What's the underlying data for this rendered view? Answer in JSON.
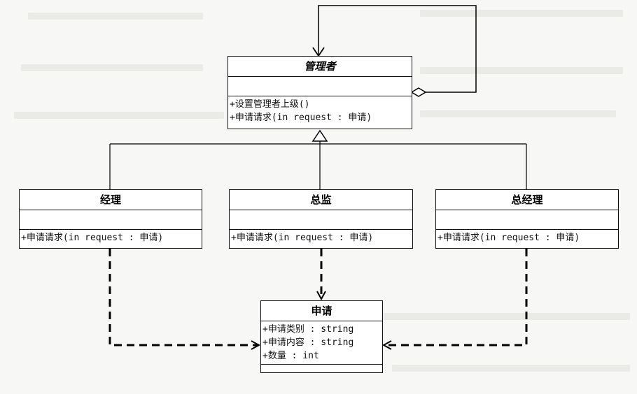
{
  "classes": {
    "manager": {
      "name": "管理者",
      "operations": [
        "+设置管理者上级()",
        "+申请请求(in request  : 申请)"
      ]
    },
    "jingli": {
      "name": "经理",
      "operations": [
        "+申请请求(in request  : 申请)"
      ]
    },
    "zongjian": {
      "name": "总监",
      "operations": [
        "+申请请求(in request  : 申请)"
      ]
    },
    "zongjingli": {
      "name": "总经理",
      "operations": [
        "+申请请求(in request  : 申请)"
      ]
    },
    "request": {
      "name": "申请",
      "attributes": [
        "+申请类别 : string",
        "+申请内容 : string",
        "+数量 : int"
      ]
    }
  },
  "relations": [
    {
      "type": "aggregation",
      "from": "管理者",
      "to": "管理者"
    },
    {
      "type": "generalization",
      "from": "经理",
      "to": "管理者"
    },
    {
      "type": "generalization",
      "from": "总监",
      "to": "管理者"
    },
    {
      "type": "generalization",
      "from": "总经理",
      "to": "管理者"
    },
    {
      "type": "dependency",
      "from": "经理",
      "to": "申请"
    },
    {
      "type": "dependency",
      "from": "总监",
      "to": "申请"
    },
    {
      "type": "dependency",
      "from": "总经理",
      "to": "申请"
    }
  ]
}
